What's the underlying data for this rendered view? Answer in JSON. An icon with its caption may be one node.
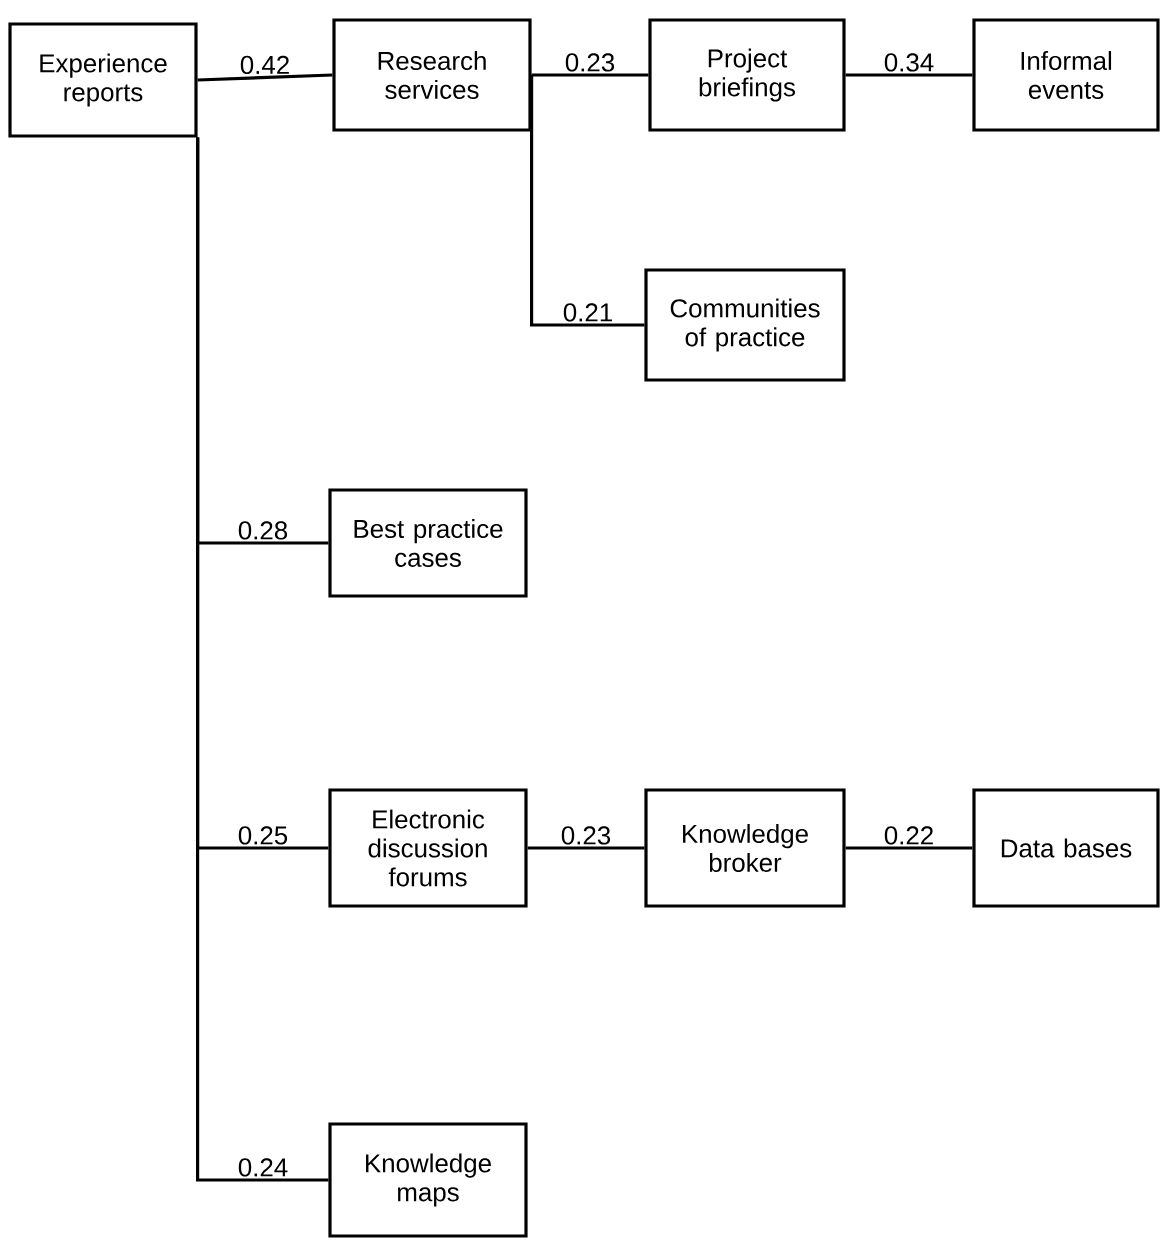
{
  "diagram": {
    "nodes": [
      {
        "text": [
          "Experience reports"
        ]
      },
      {
        "text": [
          "Research services"
        ]
      },
      {
        "text": [
          "Project briefings"
        ]
      },
      {
        "text": [
          "Informal events"
        ]
      },
      {
        "text": [
          "Communities of practice"
        ]
      },
      {
        "text": [
          "Best practice cases"
        ]
      },
      {
        "text": [
          "Electronic discussion forums"
        ]
      },
      {
        "text": [
          "Knowledge broker"
        ]
      },
      {
        "text": [
          "Data bases"
        ]
      },
      {
        "text": [
          "Knowledge maps"
        ]
      }
    ],
    "edges": [
      {
        "from": 0,
        "to": 1,
        "arrow": "none",
        "label": "0.42"
      },
      {
        "from": 1,
        "to": 2,
        "arrow": "none",
        "label": "0.23"
      },
      {
        "from": 2,
        "to": 3,
        "arrow": "none",
        "label": "0.34"
      },
      {
        "from": 1,
        "to": 4,
        "arrow": "none",
        "label": "0.21"
      },
      {
        "from": 0,
        "to": 5,
        "arrow": "none",
        "label": "0.28"
      },
      {
        "from": 0,
        "to": 6,
        "arrow": "none",
        "label": "0.25"
      },
      {
        "from": 6,
        "to": 7,
        "arrow": "none",
        "label": "0.23"
      },
      {
        "from": 7,
        "to": 8,
        "arrow": "none",
        "label": "0.22"
      },
      {
        "from": 0,
        "to": 9,
        "arrow": "none",
        "label": "0.24"
      }
    ]
  }
}
